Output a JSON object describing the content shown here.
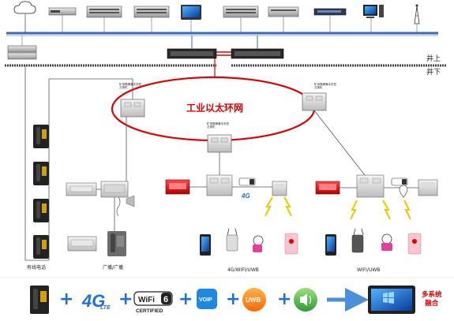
{
  "ring_title": "工业以太环网",
  "above_ground": "井上",
  "below_ground": "井下",
  "telephone_caption": "有线电话",
  "broadcast_caption": "广播/广播",
  "wireless_caption_left": "4G/WIFI/UWB",
  "wireless_caption_right": "WIFI/UWB",
  "integration_label": "多系统\n融合",
  "ring_switch_label": "矿用隔爆兼本安型\n交换机",
  "badges": {
    "lte": "4G",
    "lte_sub": "LTE",
    "wifi": "WiFi",
    "wifi_num": "6",
    "wifi_sub": "CERTIFIED",
    "voip": "VOIP",
    "uwb": "UWB"
  },
  "plus_sign": "+",
  "colors": {
    "ring": "#e00000",
    "backbone": "#3b6bb5",
    "ground": "#444444",
    "lte": "#1e6fd6",
    "voip": "#1e88e5",
    "uwb": "#ff7a00",
    "speaker": "#43a047",
    "arrow": "#4a8fd8",
    "integration_text": "#e00000"
  },
  "icons": [
    "cloud-icon",
    "server-icon",
    "monitor-icon",
    "router-icon",
    "computer-icon",
    "tower-icon",
    "switch-icon",
    "phone-icon",
    "speaker-icon",
    "base-station-icon",
    "mobile-phone-icon",
    "tag-icon",
    "lightning-icon",
    "arrow-right-icon"
  ]
}
